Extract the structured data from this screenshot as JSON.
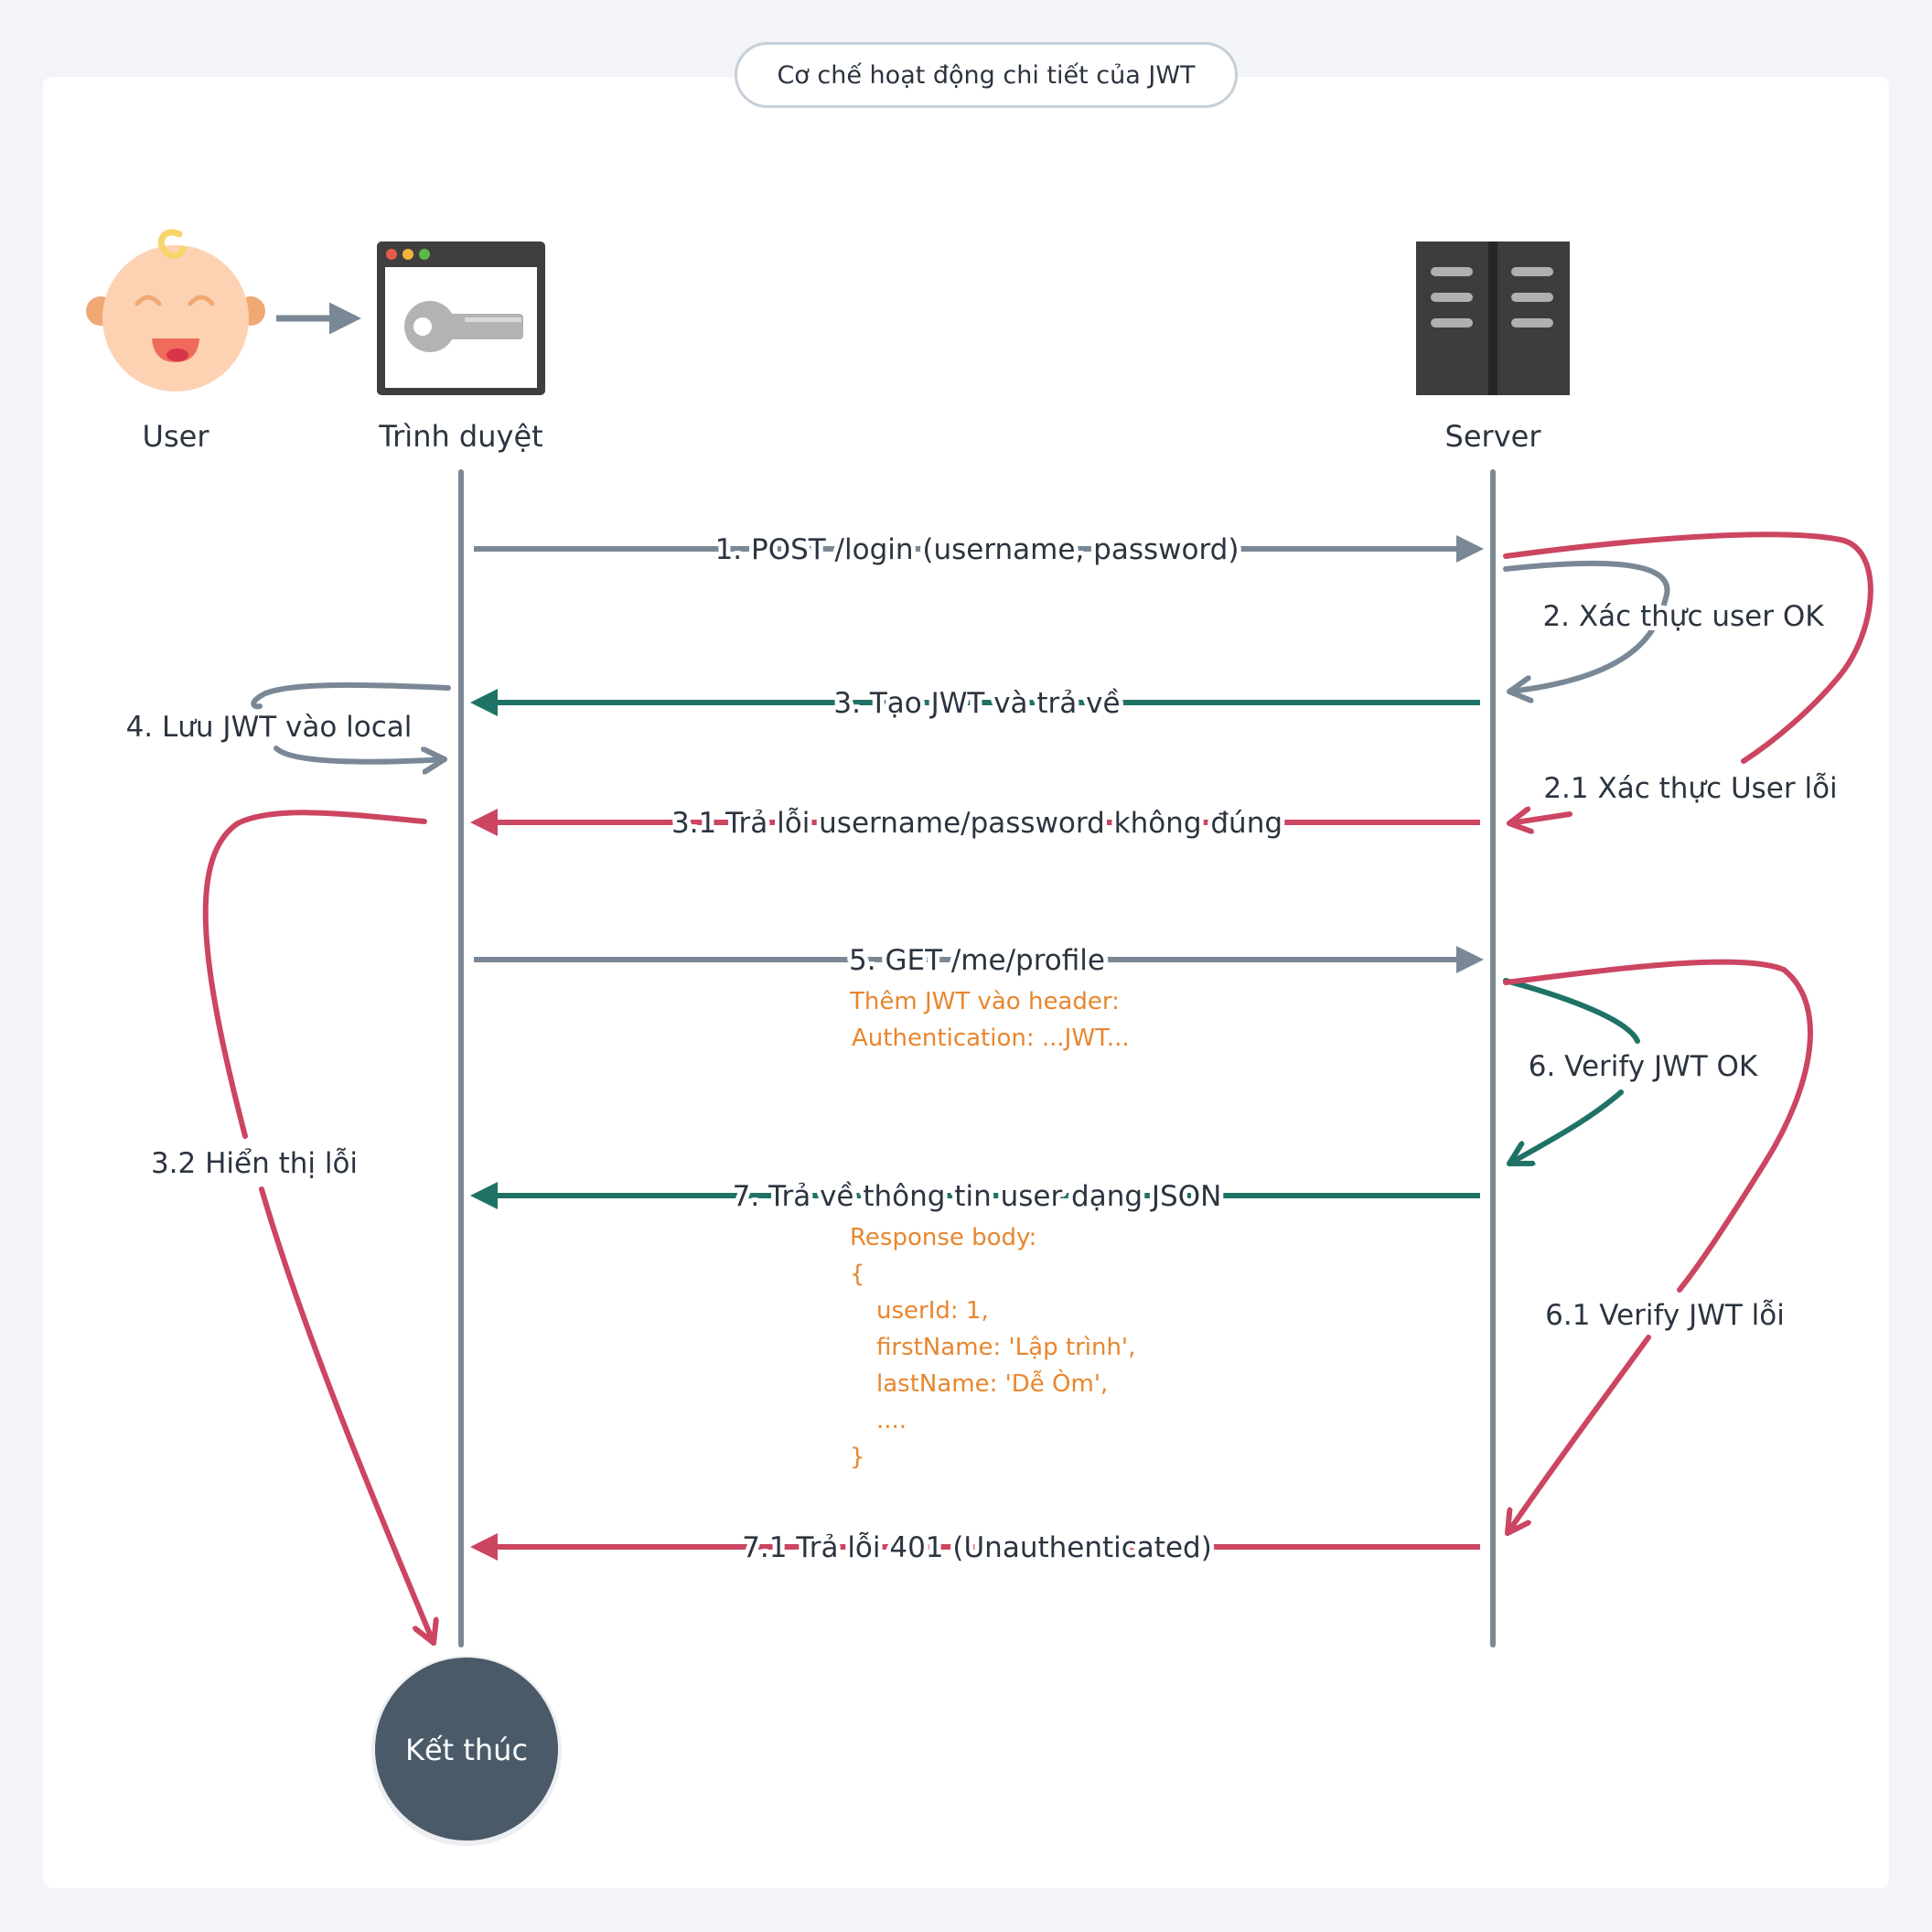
{
  "title": "Cơ chế hoạt động chi tiết của JWT",
  "actors": {
    "user": "User",
    "browser": "Trình duyệt",
    "server": "Server"
  },
  "messages": {
    "m1": "1. POST /login (username, password)",
    "m2": "2. Xác thực user OK",
    "m21": "2.1 Xác thực User lỗi",
    "m3": "3. Tạo JWT và trả về",
    "m31": "3.1 Trả lỗi username/password không đúng",
    "m32": "3.2 Hiển thị lỗi",
    "m4": "4. Lưu JWT vào local",
    "m5": "5. GET /me/profile",
    "m6": "6. Verify JWT OK",
    "m61": "6.1 Verify JWT lỗi",
    "m7": "7. Trả về thông tin user dạng JSON",
    "m71": "7.1 Trả lỗi 401 (Unauthenticated)"
  },
  "notes": {
    "header_note": [
      "Thêm JWT vào header:",
      "Authentication: ...JWT..."
    ],
    "response_note": [
      "Response body:",
      "{",
      "userId: 1,",
      "firstName: 'Lập trình',",
      "lastName: 'Dễ Òm',",
      "....",
      "}"
    ]
  },
  "end_label": "Kết thúc",
  "colors": {
    "gray": "#7a8896",
    "green": "#1f7366",
    "red": "#cc4561",
    "orange": "#e8862e",
    "end_circle": "#4a5a69"
  }
}
